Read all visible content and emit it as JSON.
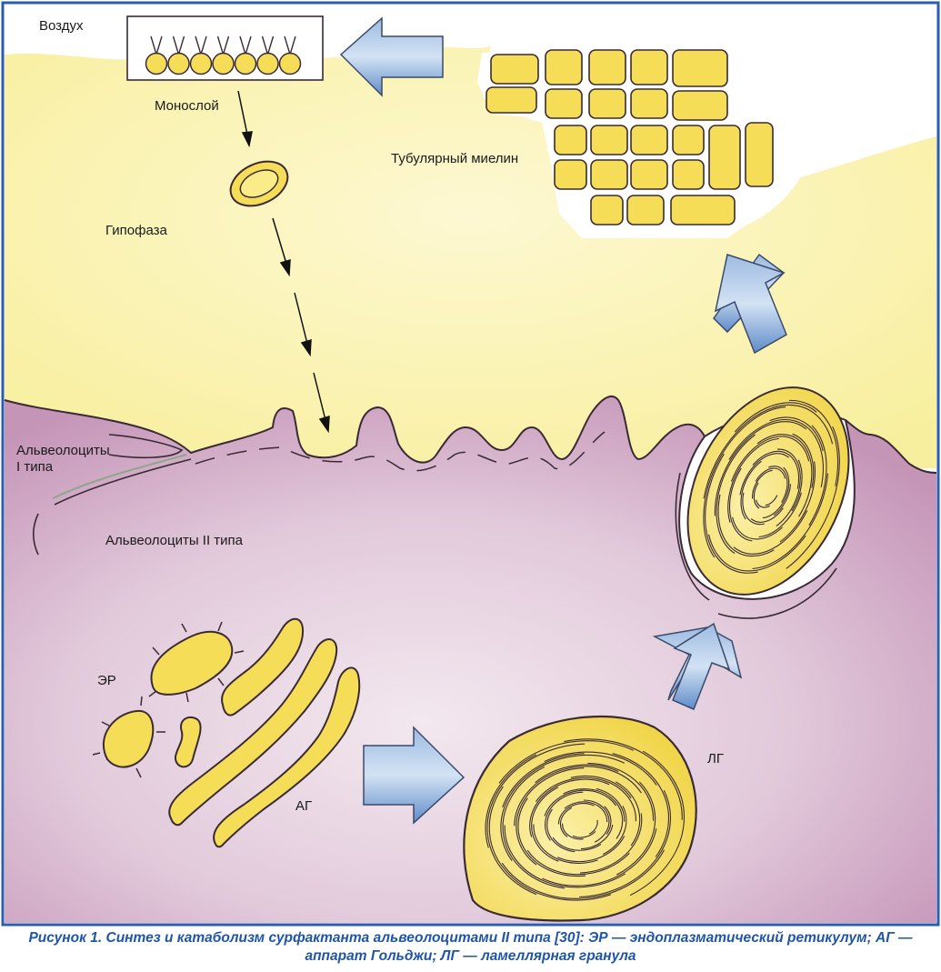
{
  "labels": {
    "air": "Воздух",
    "monolayer": "Монослой",
    "hypophase": "Гипофаза",
    "tubular_myelin": "Тубулярный миелин",
    "type1_cells": "Альвеолоциты\nI типа",
    "type2_cells": "Альвеолоциты II типа",
    "er": "ЭР",
    "golgi": "АГ",
    "lamellar_granule": "ЛГ"
  },
  "caption": {
    "prefix": "Рисунок 1.",
    "text": " Синтез и катаболизм сурфактанта альвеолоцитами II типа [30]: ЭР — эндоплазматический ретикулум; АГ — аппарат Гольджи; ЛГ — ламеллярная гранула"
  },
  "colors": {
    "frame": "#2a5db0",
    "hypophase": "#fbf3b6",
    "cell": "#c9a0be",
    "cell_light": "#ecdbe6",
    "organelle": "#f6dd58",
    "arrow": "#6f98cf",
    "caption": "#1f55a7"
  },
  "icons": {
    "arrow_shape": "block-arrow",
    "vesicle_shape": "ellipse"
  }
}
